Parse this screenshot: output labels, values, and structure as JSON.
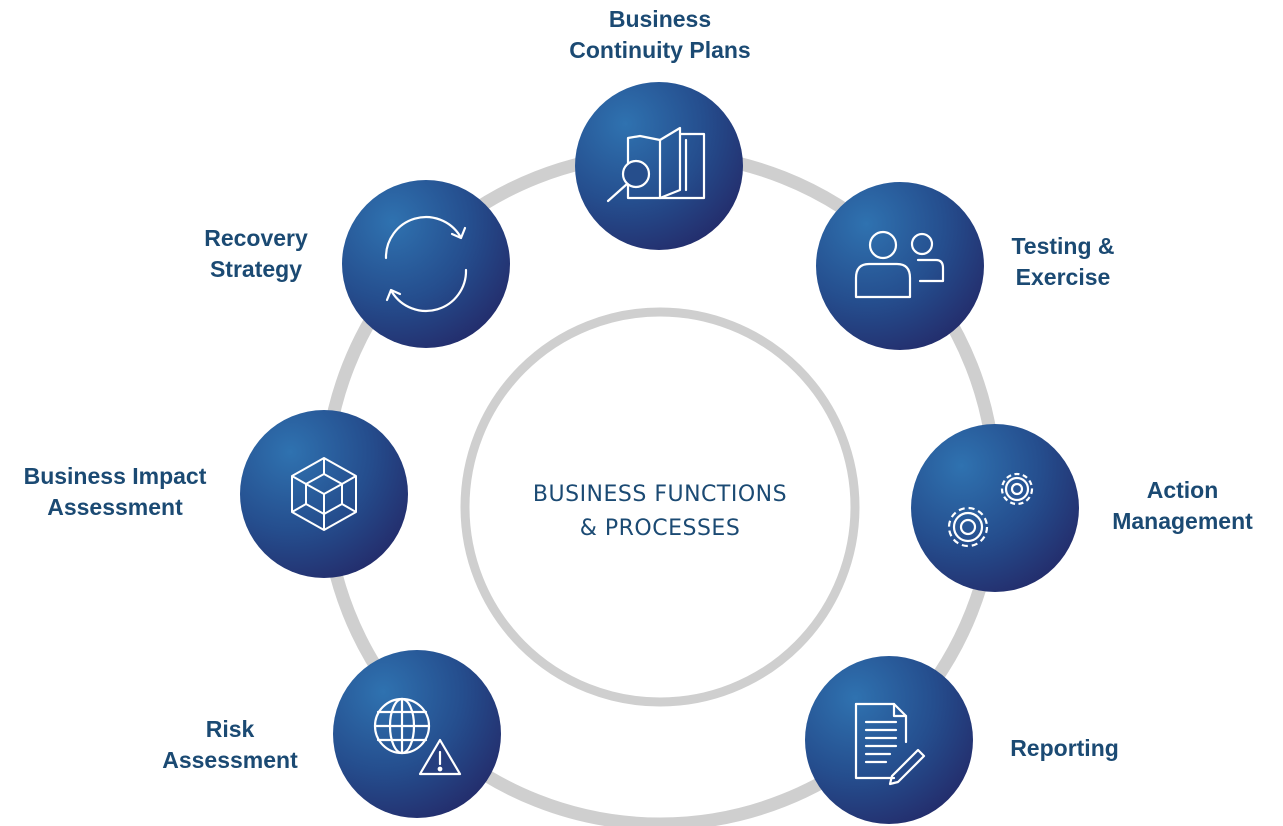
{
  "center": {
    "line1": "BUSINESS FUNCTIONS",
    "line2": "& PROCESSES"
  },
  "nodes": [
    {
      "id": "business-continuity-plans",
      "icon": "book-magnifier-icon",
      "label": [
        "Business",
        "Continuity Plans"
      ]
    },
    {
      "id": "testing-exercise",
      "icon": "people-icon",
      "label": [
        "Testing &",
        "Exercise"
      ]
    },
    {
      "id": "action-management",
      "icon": "gears-icon",
      "label": [
        "Action",
        "Management"
      ]
    },
    {
      "id": "reporting",
      "icon": "document-pen-icon",
      "label": [
        "Reporting"
      ]
    },
    {
      "id": "risk-assessment",
      "icon": "globe-warning-icon",
      "label": [
        "Risk",
        "Assessment"
      ]
    },
    {
      "id": "business-impact-assessment",
      "icon": "cube-icon",
      "label": [
        "Business Impact",
        "Assessment"
      ]
    },
    {
      "id": "recovery-strategy",
      "icon": "refresh-icon",
      "label": [
        "Recovery",
        "Strategy"
      ]
    }
  ],
  "colors": {
    "ring": "#cfcfcf",
    "label": "#1b4a73",
    "circle_light": "#2e6aa6",
    "circle_dark": "#232f6e",
    "icon_stroke": "#ffffff"
  }
}
